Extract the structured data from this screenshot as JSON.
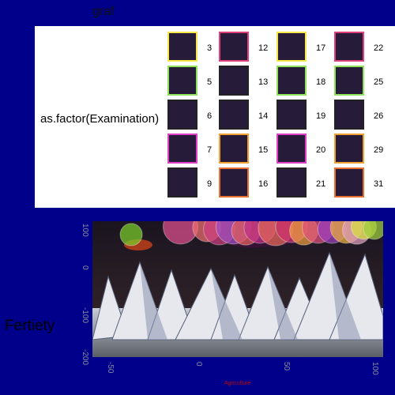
{
  "chart_data": {
    "type": "scatter",
    "title": "graf",
    "xlabel": "Agriculture",
    "ylabel": "Fertiety",
    "legend": {
      "title": "as.factor(Examination)",
      "placement": "top",
      "entries": [
        {
          "label": "3",
          "color": "#f7e84a"
        },
        {
          "label": "5",
          "color": "#8ee35a"
        },
        {
          "label": "6",
          "color": "#222222"
        },
        {
          "label": "7",
          "color": "#e040c8"
        },
        {
          "label": "9",
          "color": "#222222"
        },
        {
          "label": "12",
          "color": "#e0407a"
        },
        {
          "label": "13",
          "color": "#222222"
        },
        {
          "label": "14",
          "color": "#222222"
        },
        {
          "label": "15",
          "color": "#f0a030"
        },
        {
          "label": "16",
          "color": "#e87030"
        },
        {
          "label": "17",
          "color": "#f7e84a"
        },
        {
          "label": "18",
          "color": "#8ee35a"
        },
        {
          "label": "19",
          "color": "#222222"
        },
        {
          "label": "20",
          "color": "#e040c8"
        },
        {
          "label": "21",
          "color": "#222222"
        },
        {
          "label": "22",
          "color": "#e0407a"
        },
        {
          "label": "25",
          "color": "#8ee35a"
        },
        {
          "label": "26",
          "color": "#222222"
        },
        {
          "label": "29",
          "color": "#f0a030"
        },
        {
          "label": "31",
          "color": "#e87030"
        }
      ]
    },
    "x_ticks": [
      "-50",
      "0",
      "50",
      "100"
    ],
    "y_ticks": [
      "100",
      "0",
      "-100",
      "-200"
    ],
    "xlim": [
      -60,
      105
    ],
    "ylim": [
      -200,
      125
    ],
    "points": [
      {
        "x": -38,
        "y": 93,
        "size": 14,
        "color": "#7ccf2a"
      },
      {
        "x": -10,
        "y": 112,
        "size": 22,
        "color": "#e05090"
      },
      {
        "x": 5,
        "y": 110,
        "size": 18,
        "color": "#f07070"
      },
      {
        "x": 12,
        "y": 106,
        "size": 20,
        "color": "#d04080"
      },
      {
        "x": 20,
        "y": 112,
        "size": 22,
        "color": "#a050c0"
      },
      {
        "x": 27,
        "y": 102,
        "size": 18,
        "color": "#e86060"
      },
      {
        "x": 35,
        "y": 110,
        "size": 20,
        "color": "#c0308a"
      },
      {
        "x": 44,
        "y": 108,
        "size": 22,
        "color": "#e86a5a"
      },
      {
        "x": 53,
        "y": 112,
        "size": 20,
        "color": "#d03070"
      },
      {
        "x": 60,
        "y": 102,
        "size": 18,
        "color": "#f0a040"
      },
      {
        "x": 68,
        "y": 110,
        "size": 20,
        "color": "#e05080"
      },
      {
        "x": 76,
        "y": 106,
        "size": 18,
        "color": "#a040c0"
      },
      {
        "x": 84,
        "y": 110,
        "size": 20,
        "color": "#f0b040"
      },
      {
        "x": 90,
        "y": 104,
        "size": 18,
        "color": "#e0a0c0"
      },
      {
        "x": 94,
        "y": 112,
        "size": 16,
        "color": "#d8e040"
      },
      {
        "x": 100,
        "y": 108,
        "size": 14,
        "color": "#a0d040"
      }
    ]
  }
}
